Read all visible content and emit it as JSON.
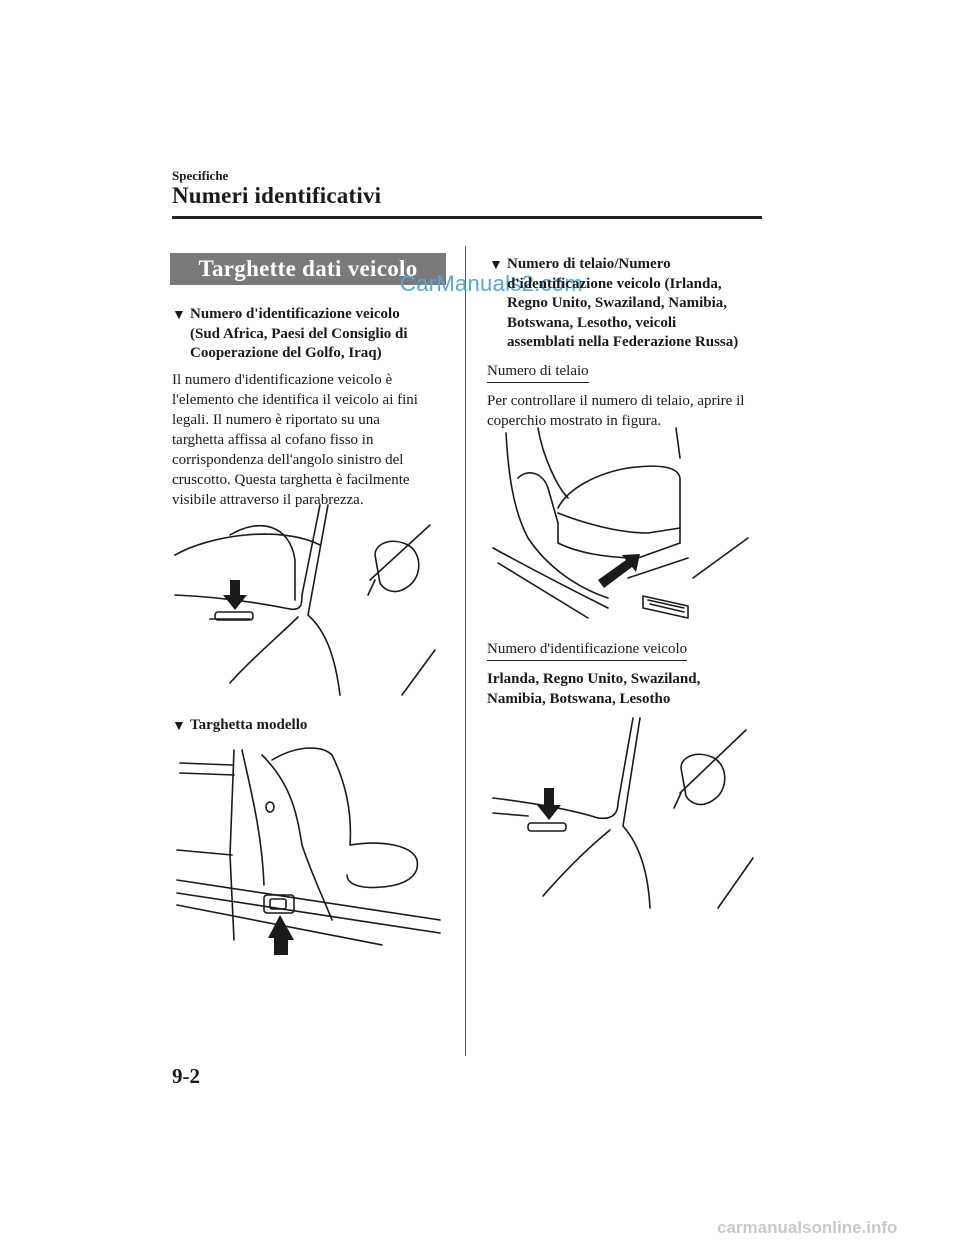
{
  "header": {
    "section": "Specifiche",
    "chapter_title": "Numeri identificativi"
  },
  "banner": {
    "title": "Targhette dati veicolo"
  },
  "watermark": "CarManuals2.com",
  "left": {
    "heading1": [
      "Numero d'identificazione veicolo",
      "(Sud Africa, Paesi del Consiglio di",
      "Cooperazione del Golfo, Iraq)"
    ],
    "paragraph": [
      "Il numero d'identificazione veicolo è",
      "l'elemento che identifica il veicolo ai fini",
      "legali. Il numero è riportato su una",
      "targhetta affissa al cofano fisso in",
      "corrispondenza dell'angolo sinistro del",
      "cruscotto. Questa targhetta è facilmente",
      "visibile attraverso il parabrezza."
    ],
    "heading2": "Targhetta modello"
  },
  "right": {
    "heading1": [
      "Numero di telaio/Numero",
      "d'identificazione veicolo (Irlanda,",
      "Regno Unito, Swaziland, Namibia,",
      "Botswana, Lesotho, veicoli",
      "assemblati nella Federazione Russa)"
    ],
    "sub1": "Numero di telaio",
    "paragraph": [
      "Per controllare il numero di telaio, aprire il",
      "coperchio mostrato in figura."
    ],
    "sub2": "Numero d'identificazione veicolo",
    "bold_line": [
      "Irlanda, Regno Unito, Swaziland,",
      "Namibia, Botswana, Lesotho"
    ]
  },
  "footer": {
    "page_number": "9-2",
    "site": "carmanualsonline.info"
  }
}
